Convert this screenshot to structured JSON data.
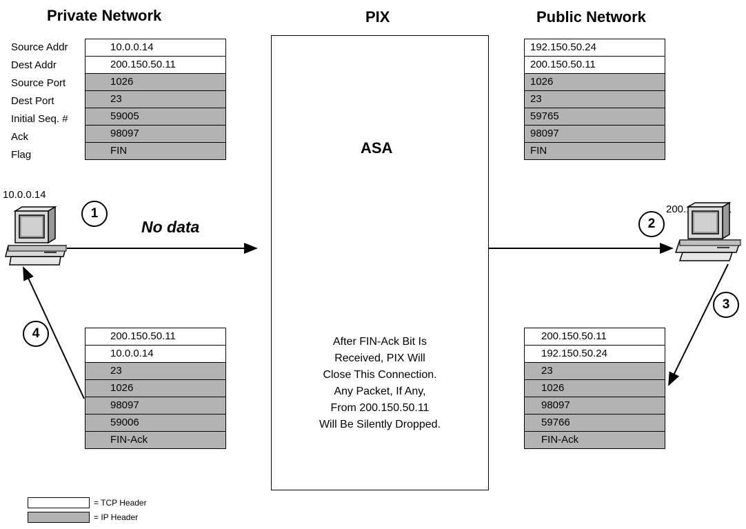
{
  "headings": {
    "private": "Private Network",
    "pix": "PIX",
    "public": "Public Network"
  },
  "row_labels": [
    "Source Addr",
    "Dest Addr",
    "Source Port",
    "Dest Port",
    "Initial Seq. #",
    "Ack",
    "Flag"
  ],
  "packets": {
    "private_out": [
      "10.0.0.14",
      "200.150.50.11",
      "1026",
      "23",
      "59005",
      "98097",
      "FIN"
    ],
    "public_out": [
      "192.150.50.24",
      "200.150.50.11",
      "1026",
      "23",
      "59765",
      "98097",
      "FIN"
    ],
    "private_in": [
      "200.150.50.11",
      "10.0.0.14",
      "23",
      "1026",
      "98097",
      "59006",
      "FIN-Ack"
    ],
    "public_in": [
      "200.150.50.11",
      "192.150.50.24",
      "23",
      "1026",
      "98097",
      "59766",
      "FIN-Ack"
    ]
  },
  "pix": {
    "label": "ASA",
    "note": "After FIN-Ack Bit Is\nReceived, PIX Will\nClose This Connection.\nAny Packet, If Any,\nFrom 200.150.50.11\nWill Be Silently Dropped."
  },
  "hosts": {
    "inside": "10.0.0.14",
    "outside": "200.150.50.11"
  },
  "flow": {
    "no_data": "No data",
    "steps": [
      "1",
      "2",
      "3",
      "4"
    ]
  },
  "legend": {
    "tcp": "= TCP Header",
    "ip": "= IP Header"
  },
  "colors": {
    "tcp_header": "#ffffff",
    "ip_header": "#b3b3b3"
  }
}
